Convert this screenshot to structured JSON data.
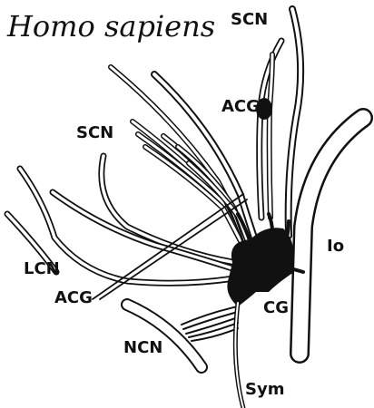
{
  "title": "Homo sapiens",
  "labels": {
    "scn_top": "SCN",
    "acg_top": "ACG",
    "scn_left": "SCN",
    "lcn": "LCN",
    "acg_bottom": "ACG",
    "io": "Io",
    "cg": "CG",
    "ncn": "NCN",
    "sym": "Sym"
  },
  "colors": {
    "ink": "#111111",
    "paper": "#ffffff"
  }
}
